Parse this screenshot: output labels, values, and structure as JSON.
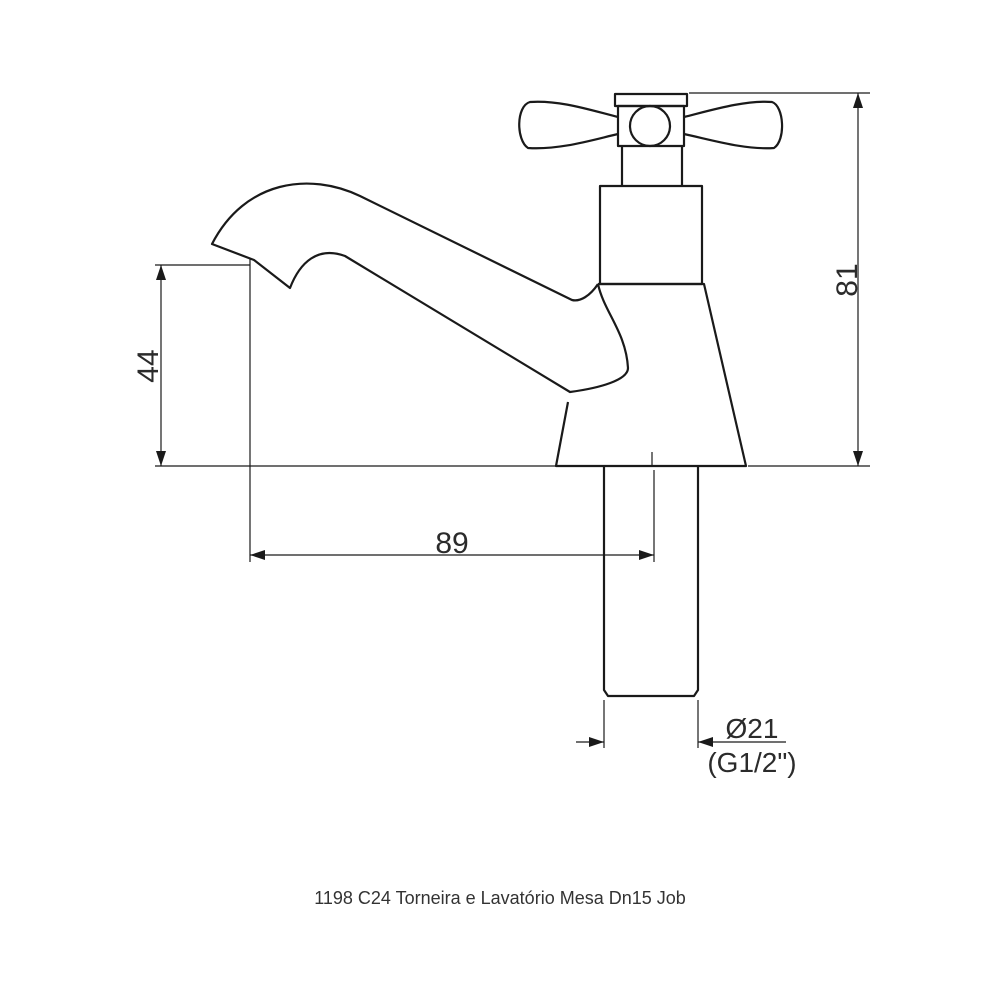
{
  "dimensions": {
    "overall_height": "81",
    "spout_height": "44",
    "spout_reach": "89",
    "diameter": "Ø21",
    "thread": "(G1/2\")"
  },
  "caption": "1198 C24 Torneira e Lavatório Mesa Dn15 Job"
}
